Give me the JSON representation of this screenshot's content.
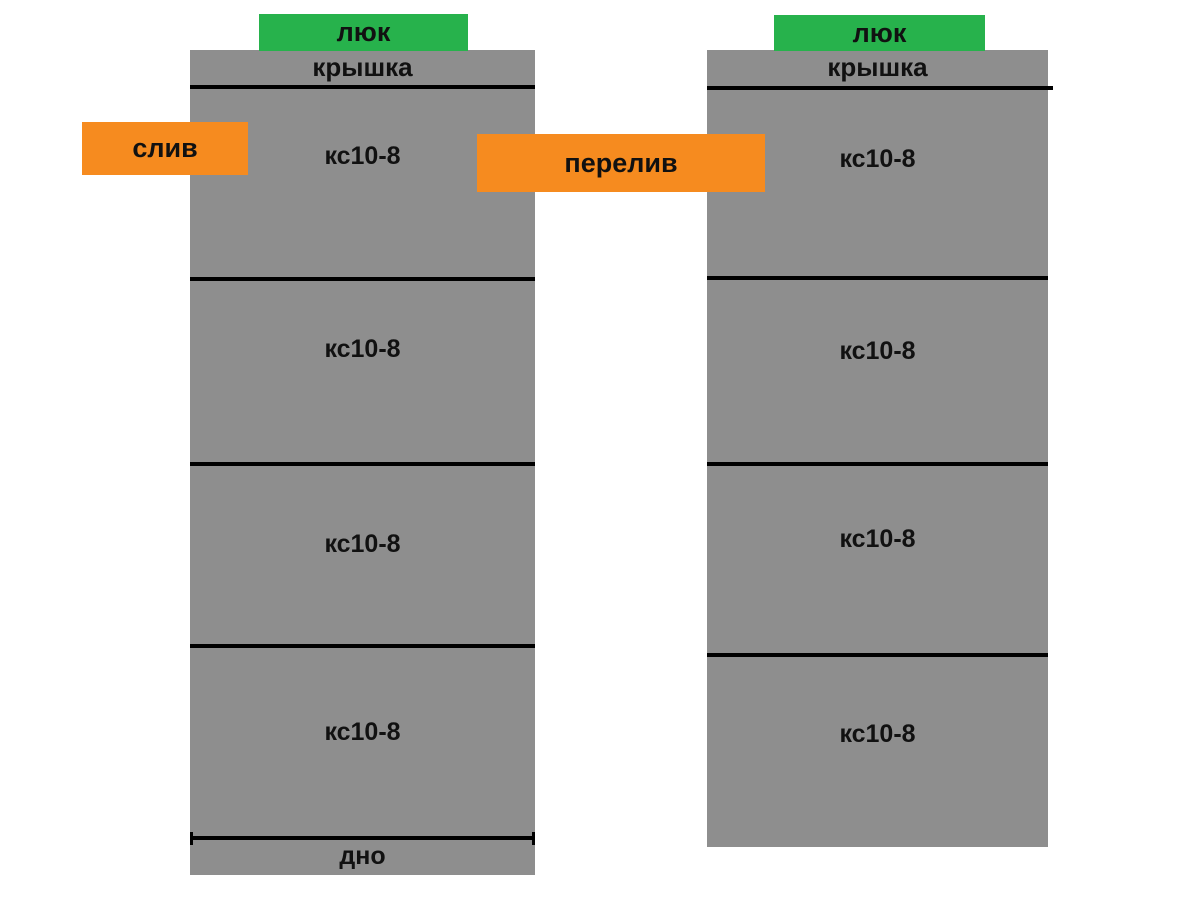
{
  "diagram": {
    "description": "Septic well diagram of two concrete-ring shafts",
    "colors": {
      "ring_gray": "#8e8e8e",
      "hatch_green": "#27b24c",
      "pipe_orange": "#f68b1f",
      "line_black": "#000000",
      "background": "#ffffff"
    },
    "left_column": {
      "hatch_label": "люк",
      "cover_label": "крышка",
      "rings": [
        "кс10-8",
        "кс10-8",
        "кс10-8",
        "кс10-8"
      ],
      "bottom_label": "дно"
    },
    "right_column": {
      "hatch_label": "люк",
      "cover_label": "крышка",
      "rings": [
        "кс10-8",
        "кс10-8",
        "кс10-8",
        "кс10-8"
      ]
    },
    "pipes": {
      "drain_label": "слив",
      "overflow_label": "перелив"
    }
  }
}
